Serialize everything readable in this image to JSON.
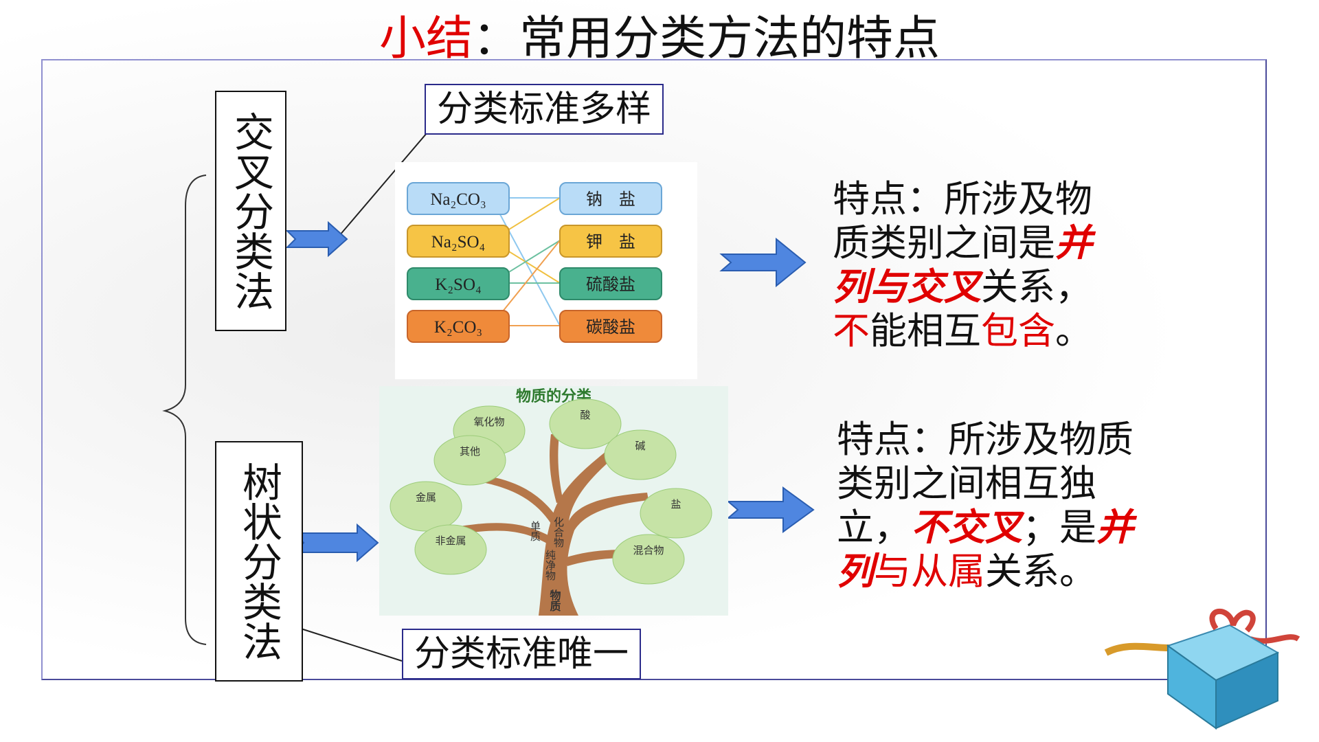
{
  "title": {
    "prefix": "小结",
    "colon": "：",
    "rest": "常用分类方法的特点"
  },
  "cross": {
    "method_label": "交叉分类法",
    "standard_label": "分类标准多样",
    "left_items": [
      "Na₂CO₃",
      "Na₂SO₄",
      "K₂SO₄",
      "K₂CO₃"
    ],
    "right_items": [
      "钠　盐",
      "钾　盐",
      "硫酸盐",
      "碳酸盐"
    ],
    "feature": [
      {
        "text": "特点：所涉及物",
        "style": "normal"
      },
      {
        "text": "质类别之间是",
        "style": "normal"
      },
      {
        "text": "并",
        "style": "red-bold-italic"
      },
      {
        "text": "列与交叉",
        "style": "red-bold-italic"
      },
      {
        "text": "关系，",
        "style": "normal"
      },
      {
        "text": "不",
        "style": "red"
      },
      {
        "text": "能相互",
        "style": "normal"
      },
      {
        "text": "包含",
        "style": "red"
      },
      {
        "text": "。",
        "style": "normal"
      }
    ],
    "colors": {
      "blue": "#b9dcf7",
      "yellow": "#f6c445",
      "green": "#49b18e",
      "orange": "#ef8a3a"
    }
  },
  "tree": {
    "method_label": "树状分类法",
    "standard_label": "分类标准唯一",
    "diagram_title": "物质的分类",
    "leaves": [
      "氧化物",
      "酸",
      "其他",
      "碱",
      "金属",
      "盐",
      "非金属",
      "混合物"
    ],
    "branch_labels": [
      "化合物",
      "单质",
      "纯净物",
      "物质"
    ],
    "feature": [
      {
        "text": "特点：所涉及物质",
        "style": "normal"
      },
      {
        "text": "类别之间相互独立",
        "style": "normal"
      },
      {
        "text": "，",
        "style": "normal"
      },
      {
        "text": "不交叉",
        "style": "red-bold-italic"
      },
      {
        "text": "；是",
        "style": "normal"
      },
      {
        "text": "并列",
        "style": "red-bold-italic"
      },
      {
        "text": "与从属",
        "style": "red"
      },
      {
        "text": "关系。",
        "style": "normal"
      }
    ]
  }
}
